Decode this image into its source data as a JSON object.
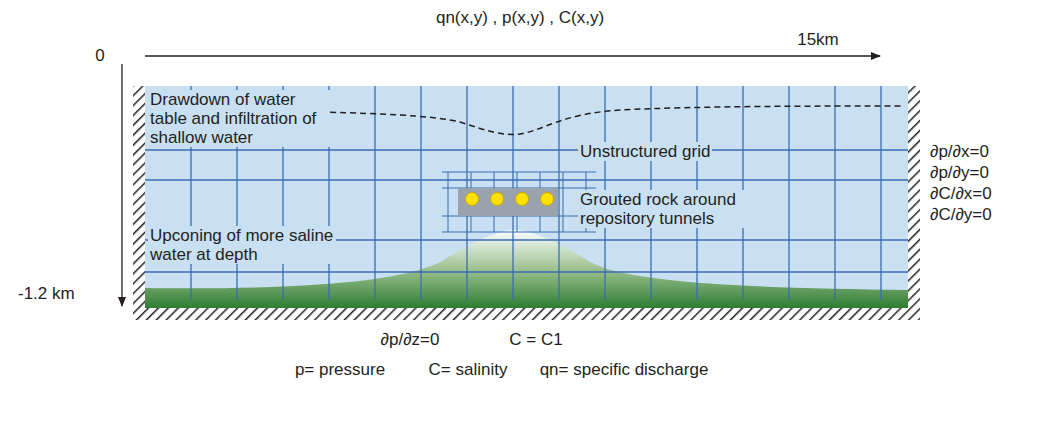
{
  "diagram": {
    "labels": [
      "qn(x,y) , p(x,y) , C(x,y)",
      "15km",
      "0",
      "-1.2 km",
      "Drawdown of water table and infiltration of shallow water",
      "Unstructured grid",
      "Grouted rock around repository tunnels",
      "Upconing of more saline water at depth",
      "∂p/∂x=0",
      "∂p/∂y=0",
      "∂C/∂x=0",
      "∂C/∂y=0",
      "∂p/∂z=0",
      "C = C1",
      "p= pressure",
      "C= salinity",
      "qn= specific discharge"
    ]
  }
}
